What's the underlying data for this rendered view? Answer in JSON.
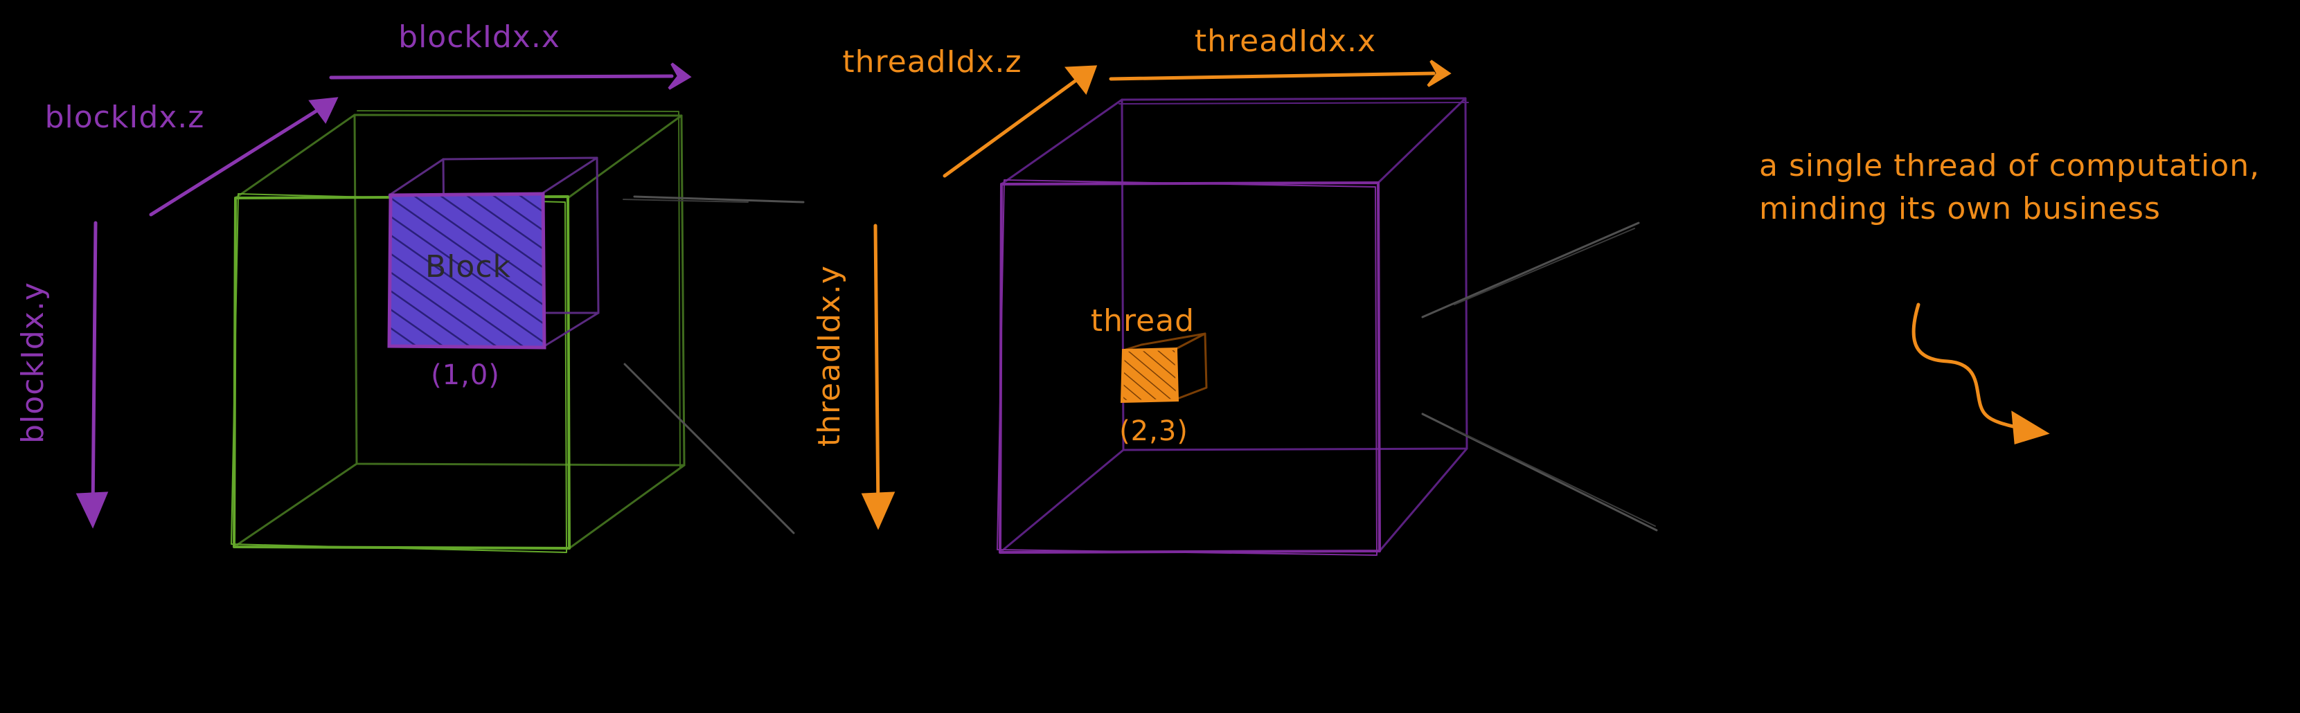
{
  "colors": {
    "background": "#000000",
    "block_purple": "#8b36b0",
    "block_fill": "#5b43c9",
    "grid_green": "#64a82a",
    "grid_green_dark": "#3f6b1d",
    "thread_orange": "#f08c1a",
    "thread_purple": "#7d2a9c",
    "connector_gray": "#505050",
    "dark_text": "#2a2a2a"
  },
  "grid": {
    "axis_x": "blockIdx.x",
    "axis_y": "blockIdx.y",
    "axis_z": "blockIdx.z",
    "block_label": "Block",
    "block_coord": "(1,0)"
  },
  "block": {
    "axis_x": "threadIdx.x",
    "axis_y": "threadIdx.y",
    "axis_z": "threadIdx.z",
    "thread_label": "thread",
    "thread_coord": "(2,3)"
  },
  "annotation": {
    "line1": "a single thread of computation,",
    "line2": "minding its own business"
  },
  "icons": {
    "arrow": "arrow-icon",
    "squiggle_arrow": "squiggle-arrow-icon"
  }
}
